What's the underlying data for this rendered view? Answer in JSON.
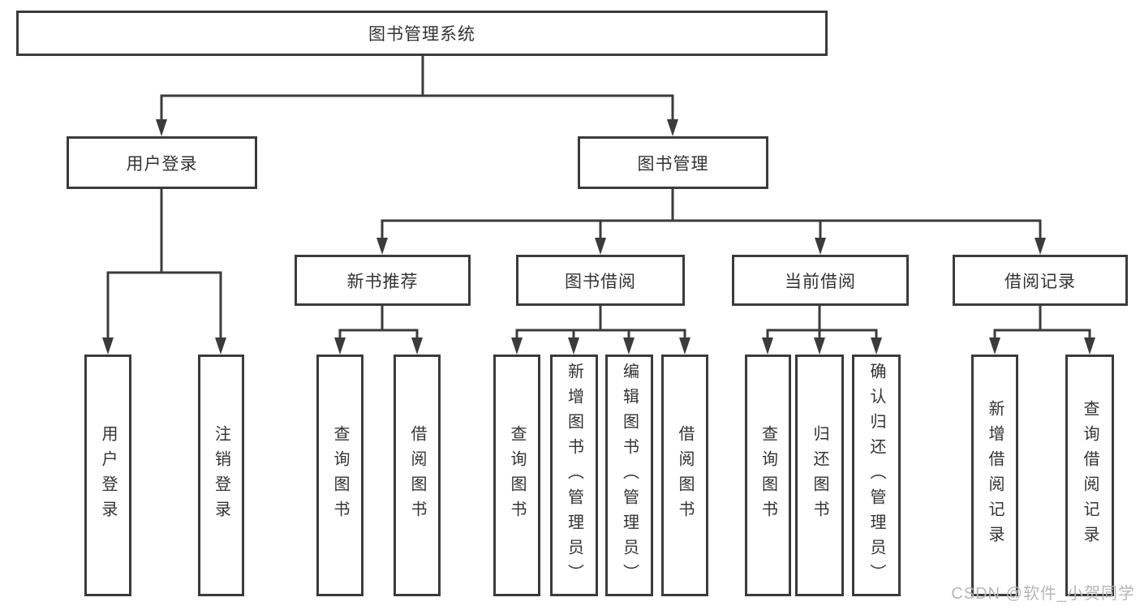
{
  "diagram": {
    "title": "图书管理系统",
    "nodes": {
      "root": "图书管理系统",
      "user_login": "用户登录",
      "book_mgmt": "图书管理",
      "new_book_rec": "新书推荐",
      "book_borrow": "图书借阅",
      "current_borrow": "当前借阅",
      "borrow_records": "借阅记录",
      "user_children": [
        "用户登录",
        "注销登录"
      ],
      "rec_children": [
        "查询图书",
        "借阅图书"
      ],
      "borrow_children": [
        "查询图书",
        "新增图书（管理员）",
        "编辑图书（管理员）",
        "借阅图书"
      ],
      "current_children": [
        "查询图书",
        "归还图书",
        "确认归还（管理员）"
      ],
      "records_children": [
        "新增借阅记录",
        "查询借阅记录"
      ]
    },
    "colors": {
      "line": "#3b3b3b",
      "text": "#333333",
      "watermark": "#bdb4b4",
      "background": "#ffffff"
    },
    "watermark": "CSDN @软件_小贺同学"
  }
}
